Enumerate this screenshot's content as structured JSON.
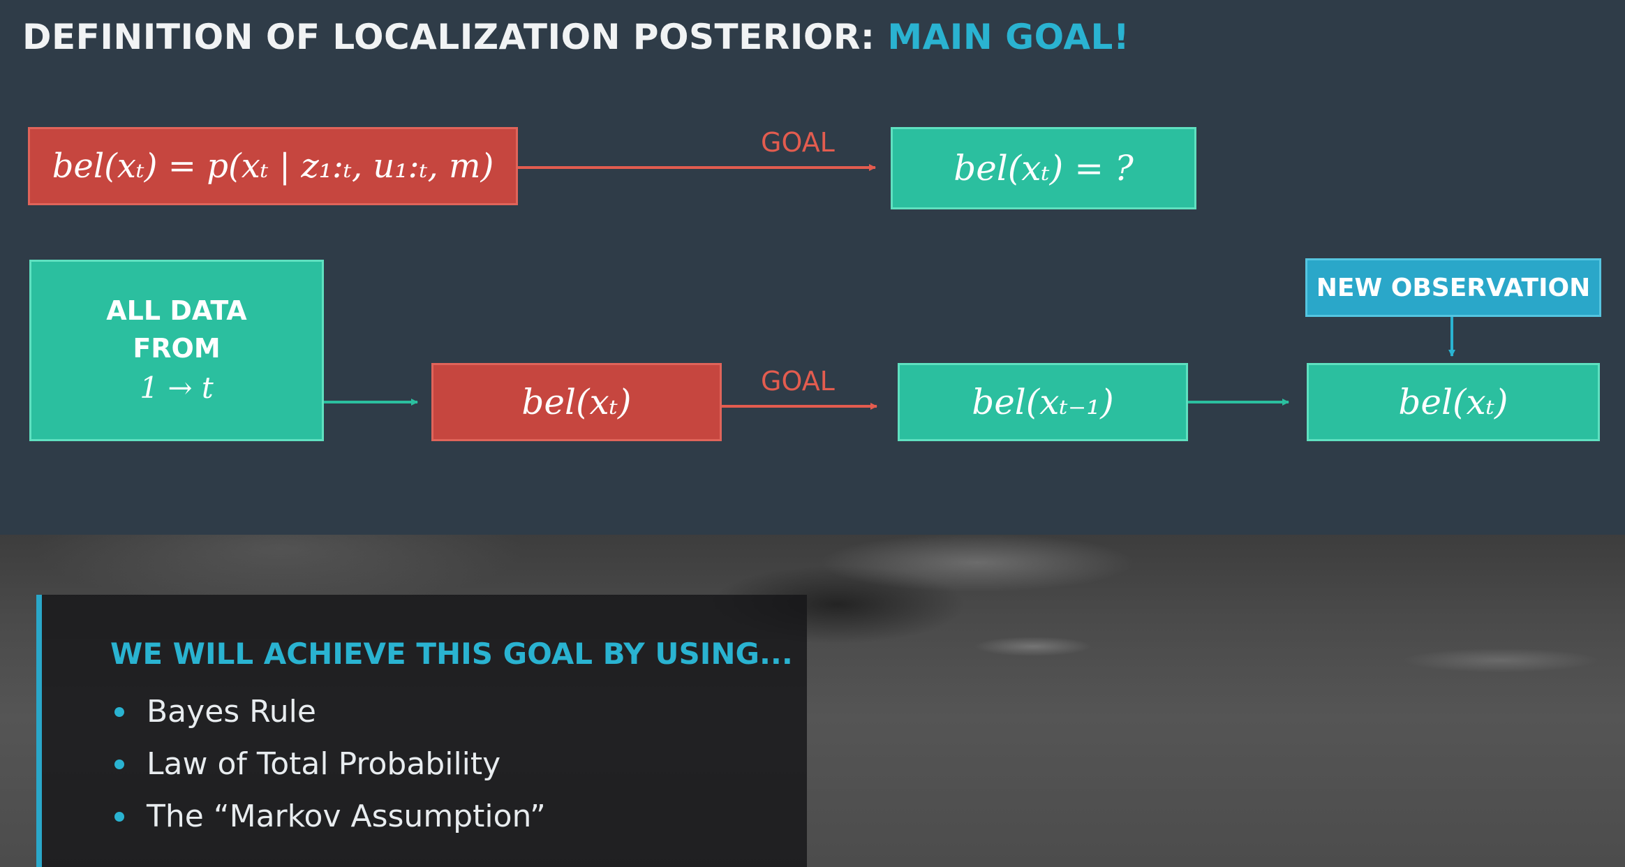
{
  "title": {
    "main": "DEFINITION OF LOCALIZATION POSTERIOR: ",
    "highlight": "MAIN GOAL!"
  },
  "row1": {
    "definition": "bel(xₜ) = p(xₜ | z₁:ₜ, u₁:ₜ, m)",
    "goal_label": "GOAL",
    "target": "bel(xₜ) = ?"
  },
  "row2": {
    "all_data_line1": "ALL DATA",
    "all_data_line2": "FROM",
    "all_data_range": "1 → t",
    "belief_now": "bel(xₜ)",
    "goal_label": "GOAL",
    "belief_prev": "bel(xₜ₋₁)",
    "new_observation": "NEW OBSERVATION",
    "belief_updated": "bel(xₜ)"
  },
  "panel": {
    "heading": "WE WILL ACHIEVE THIS GOAL BY USING...",
    "items": [
      "Bayes Rule",
      "Law of Total Probability",
      "The “Markov Assumption”"
    ]
  },
  "colors": {
    "teal": "#2bbf9f",
    "red": "#c6463f",
    "blue": "#2aa7c9",
    "background": "#2f3c48"
  }
}
